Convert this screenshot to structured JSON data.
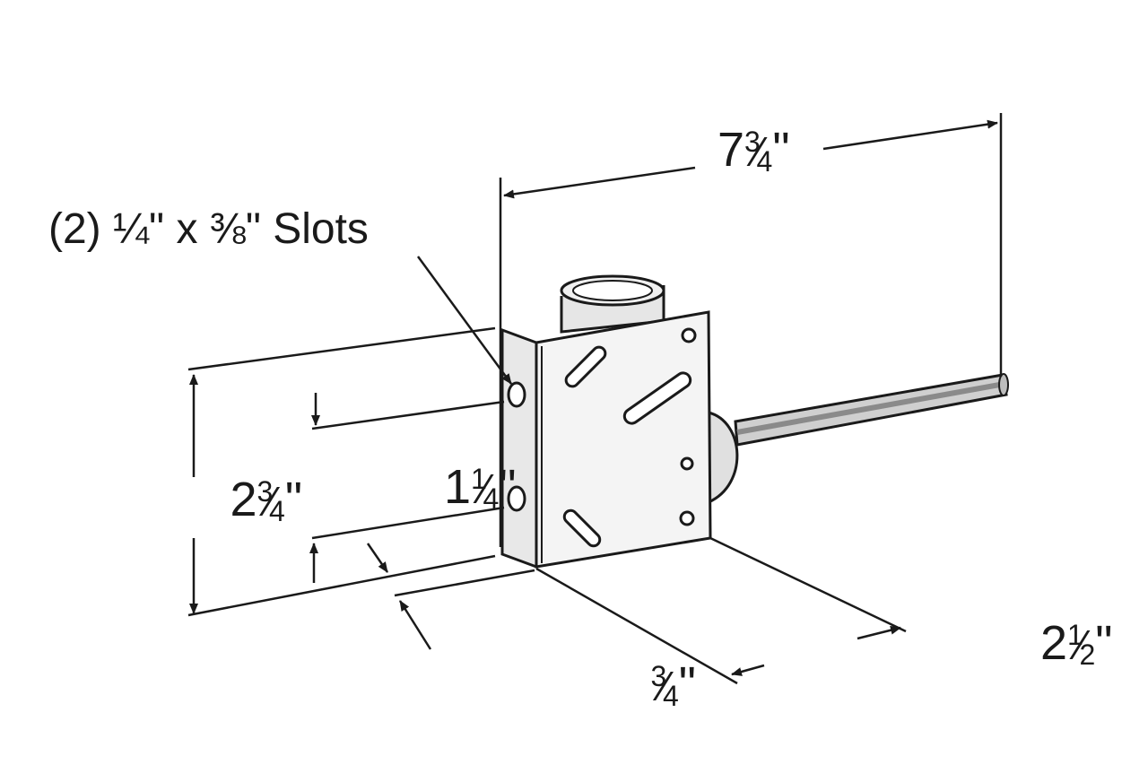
{
  "callout": {
    "count": "(2)",
    "size_a": "¼\"",
    "times": "x",
    "size_b": "⅜\"",
    "word": "Slots"
  },
  "dimensions": {
    "overall_length": {
      "whole": "7",
      "num": "3",
      "den": "4",
      "unit": "\""
    },
    "height": {
      "whole": "2",
      "num": "3",
      "den": "4",
      "unit": "\""
    },
    "slot_spacing": {
      "whole": "1",
      "num": "1",
      "den": "4",
      "unit": "\""
    },
    "offset": {
      "whole": "",
      "num": "3",
      "den": "4",
      "unit": "\""
    },
    "depth": {
      "whole": "2",
      "num": "1",
      "den": "2",
      "unit": "\""
    }
  },
  "colors": {
    "line": "#1a1a1a",
    "fill": "#f4f4f4",
    "shade": "#d9d9d9"
  }
}
